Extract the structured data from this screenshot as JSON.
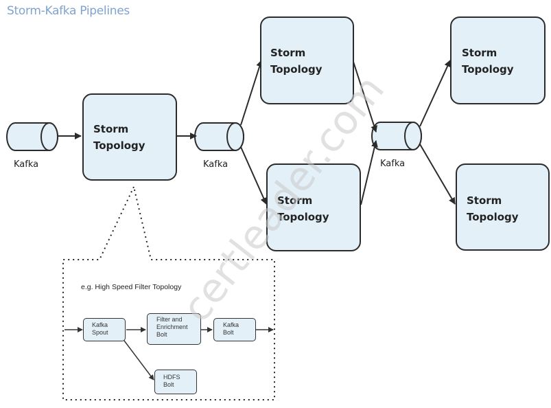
{
  "title": "Storm-Kafka Pipelines",
  "kafka_label": "Kafka",
  "storm_line1": "Storm",
  "storm_line2": "Topology",
  "inset": {
    "title": "e.g. High Speed Filter Topology",
    "kafka_spout": [
      "Kafka",
      "Spout"
    ],
    "filter_bolt": [
      "Filter and",
      "Enrichment",
      "Bolt"
    ],
    "kafka_bolt": [
      "Kafka",
      "Bolt"
    ],
    "hdfs_bolt": [
      "HDFS",
      "Bolt"
    ]
  },
  "watermark": "certleader.com",
  "colors": {
    "box_fill": "#e3f0f7",
    "stroke": "#2b2b2b",
    "title": "#7fa3cf"
  }
}
